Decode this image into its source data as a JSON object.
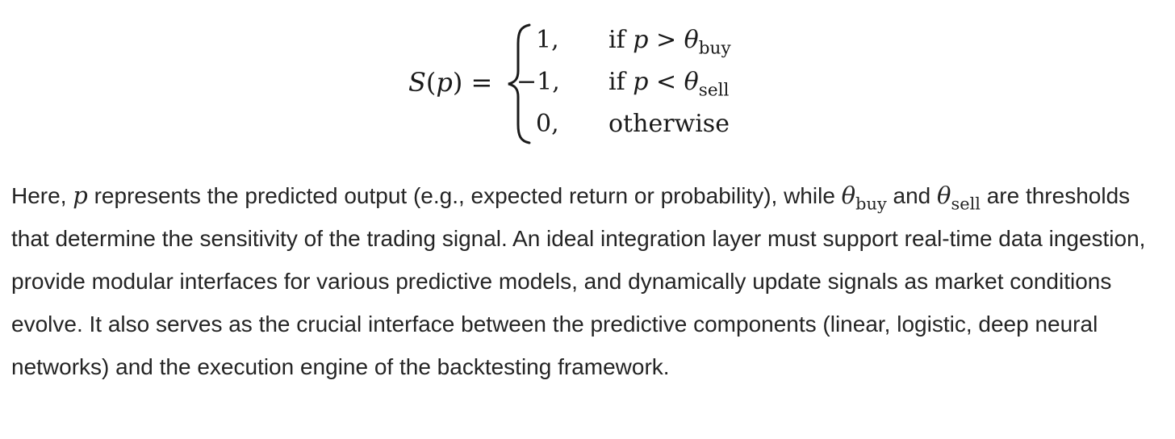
{
  "equation": {
    "lhs_function": "S",
    "lhs_arg": "p",
    "equals": "=",
    "cases": [
      {
        "value": "1,",
        "cond_prefix": "if ",
        "var": "p",
        "op": " > ",
        "theta": "θ",
        "sub": "buy",
        "text": ""
      },
      {
        "value": "−1,",
        "cond_prefix": "if ",
        "var": "p",
        "op": " < ",
        "theta": "θ",
        "sub": "sell",
        "text": ""
      },
      {
        "value": "0,",
        "cond_prefix": "",
        "var": "",
        "op": "",
        "theta": "",
        "sub": "",
        "text": "otherwise"
      }
    ]
  },
  "paragraph": {
    "part1": "Here, ",
    "var_p": "p",
    "part2": " represents the predicted output (e.g., expected return or probability), while ",
    "theta1": "θ",
    "sub1": "buy",
    "part3": " and ",
    "theta2": "θ",
    "sub2": "sell",
    "part4": " are thresholds that determine the sensitivity of the trading signal. An ideal integration layer must support real-time data ingestion, provide modular interfaces for various predictive models, and dynamically update signals as market conditions evolve. It also serves as the crucial interface between the predictive components (linear, logistic, deep neural networks) and the execution engine of the backtesting framework."
  }
}
